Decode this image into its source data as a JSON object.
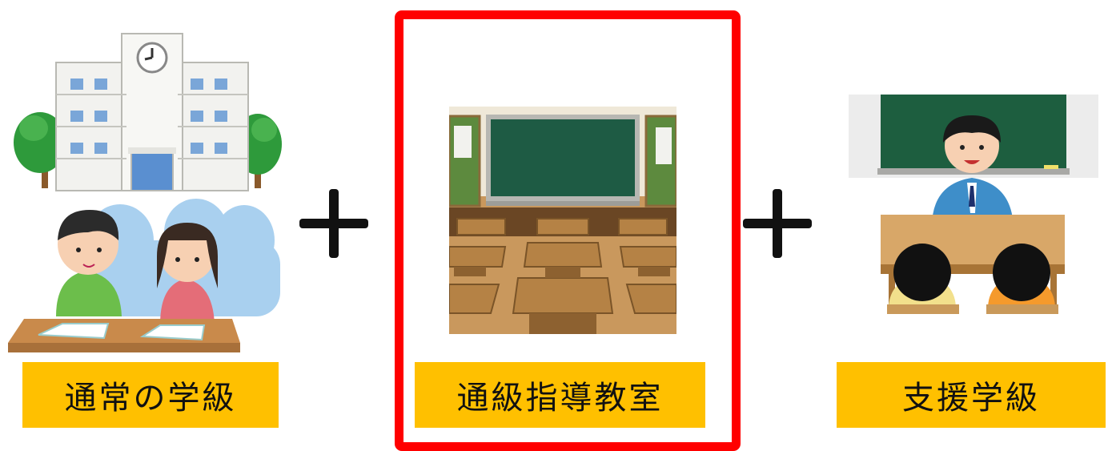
{
  "panels": [
    {
      "label": "通常の学級",
      "illustration": "school-and-students-illustration"
    },
    {
      "label": "通級指導教室",
      "illustration": "classroom-illustration",
      "highlighted": true
    },
    {
      "label": "支援学級",
      "illustration": "teacher-small-group-illustration"
    }
  ],
  "connectors": [
    "+",
    "+"
  ],
  "colors": {
    "label_bg": "#ffc000",
    "highlight_border": "#ff0000",
    "plus": "#111111"
  }
}
